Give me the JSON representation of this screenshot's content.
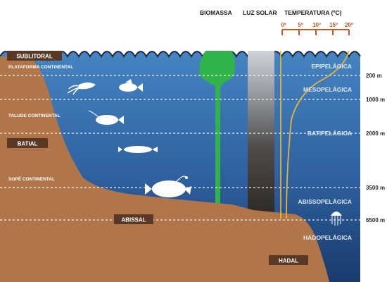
{
  "headers": {
    "biomass": "BIOMASSA",
    "sunlight": "LUZ SOLAR",
    "temperature": "TEMPERATURA (ºC)"
  },
  "temperature_ticks": [
    "0º",
    "5º",
    "10º",
    "15º",
    "20º"
  ],
  "zones": {
    "epipelagic": "EPIPELÁGICA",
    "mesopelagic": "MESOPELÁGICA",
    "bathypelagic": "BATIPELÁGICA",
    "abyssopelagic": "ABISSOPELÁGICA",
    "hadopelagic": "HADOPELÁGICA"
  },
  "depths": [
    "200 m",
    "1000 m",
    "2000 m",
    "3500 m",
    "6500 m"
  ],
  "seafloor": {
    "sublittoral": "SUBLITORAL",
    "continental_shelf": "PLATAFORMA CONTINENTAL",
    "continental_slope": "TALUDE CONTINENTAL",
    "bathyal": "BATIAL",
    "continental_rise": "SOPÉ CONTINENTAL",
    "abyssal": "ABISSAL",
    "hadal": "HADAL"
  },
  "colors": {
    "sea_top": "#3f7fbe",
    "sea_bottom": "#1c3e72",
    "land": "#b0764a",
    "label_box": "#5a3826",
    "biomass": "#2fb34a",
    "temperature_line": "#e5b43a",
    "temperature_scale": "#c0582a"
  }
}
